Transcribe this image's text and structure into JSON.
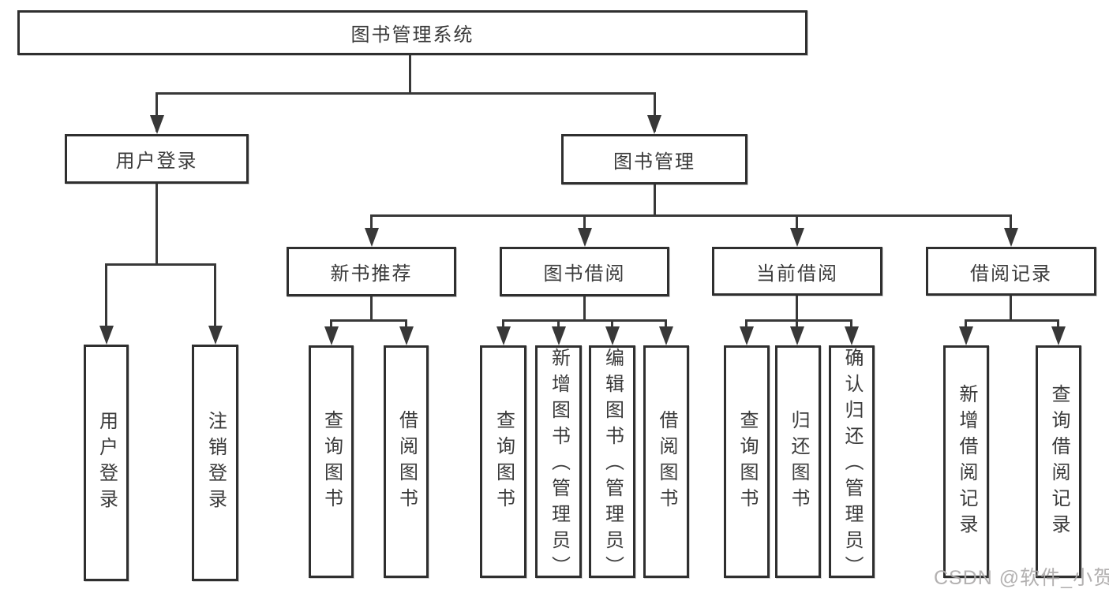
{
  "diagram_title": "图书管理系统",
  "colors": {
    "line": "#383838",
    "border": "#2f2f2f",
    "text": "#3b3b3b",
    "background": "#ffffff",
    "watermark": "#acaaaa"
  },
  "tree": {
    "root": {
      "label": "图书管理系统"
    },
    "branches": [
      {
        "label": "用户登录",
        "children": [
          {
            "label": "用户登录"
          },
          {
            "label": "注销登录"
          }
        ]
      },
      {
        "label": "图书管理",
        "children": [
          {
            "label": "新书推荐",
            "children": [
              {
                "label": "查询图书"
              },
              {
                "label": "借阅图书"
              }
            ]
          },
          {
            "label": "图书借阅",
            "children": [
              {
                "label": "查询图书"
              },
              {
                "label": "新增图书（管理员）"
              },
              {
                "label": "编辑图书（管理员）"
              },
              {
                "label": "借阅图书"
              }
            ]
          },
          {
            "label": "当前借阅",
            "children": [
              {
                "label": "查询图书"
              },
              {
                "label": "归还图书"
              },
              {
                "label": "确认归还（管理员）"
              }
            ]
          },
          {
            "label": "借阅记录",
            "children": [
              {
                "label": "新增借阅记录"
              },
              {
                "label": "查询借阅记录"
              }
            ]
          }
        ]
      }
    ]
  },
  "watermark": {
    "text": "CSDN @软件_小贺同学"
  }
}
